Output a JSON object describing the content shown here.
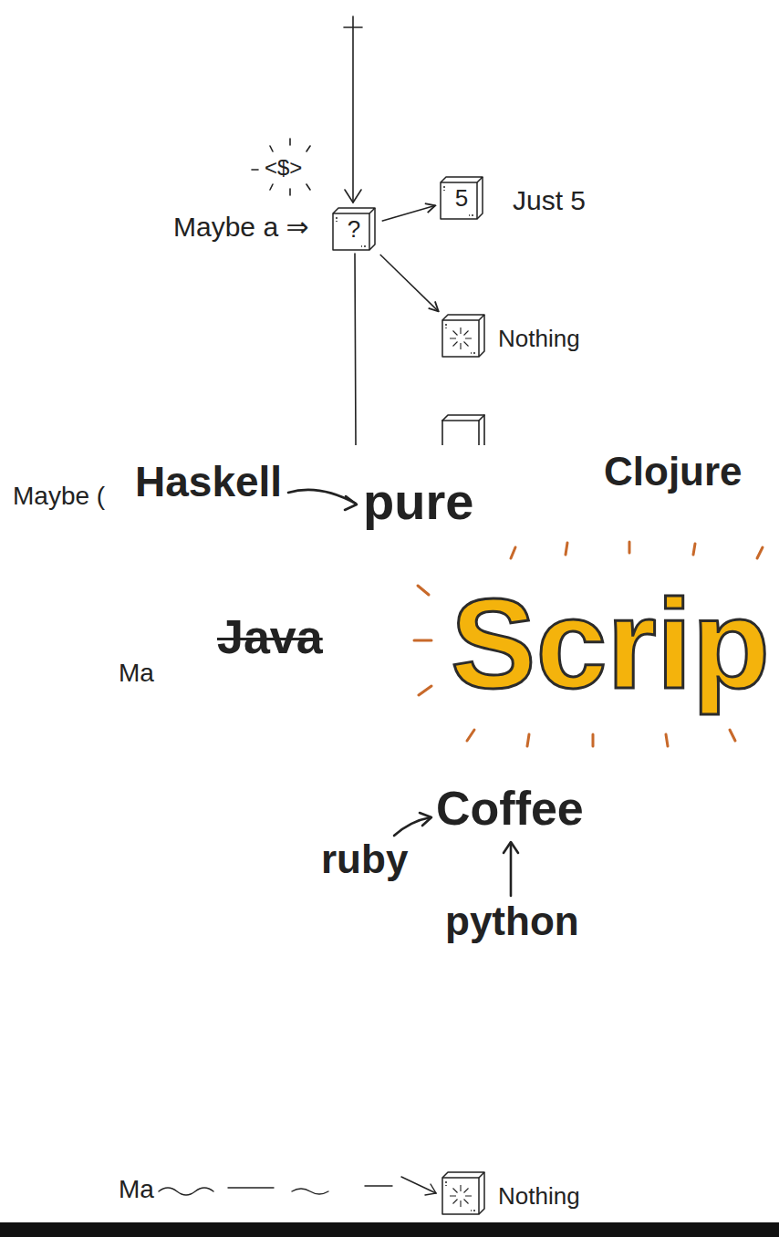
{
  "diagram": {
    "nodes": [
      {
        "text": [
          "5",
          "Just 5"
        ]
      },
      {
        "text": [
          "?"
        ]
      },
      {
        "text": [
          "Nothing"
        ]
      },
      {
        "text": [
          "Nothing"
        ]
      }
    ],
    "edges": [
      {
        "from": 1,
        "to": 0,
        "arrow": "to"
      },
      {
        "from": 1,
        "to": 2,
        "arrow": "to"
      }
    ],
    "labels": [
      "<$>",
      "Maybe a ⇒",
      "Maybe (",
      "Ma",
      "Ma",
      "Haskell",
      "pure",
      "Clojure",
      "Java",
      "Scrip",
      "Coffee",
      "ruby",
      "python"
    ]
  }
}
